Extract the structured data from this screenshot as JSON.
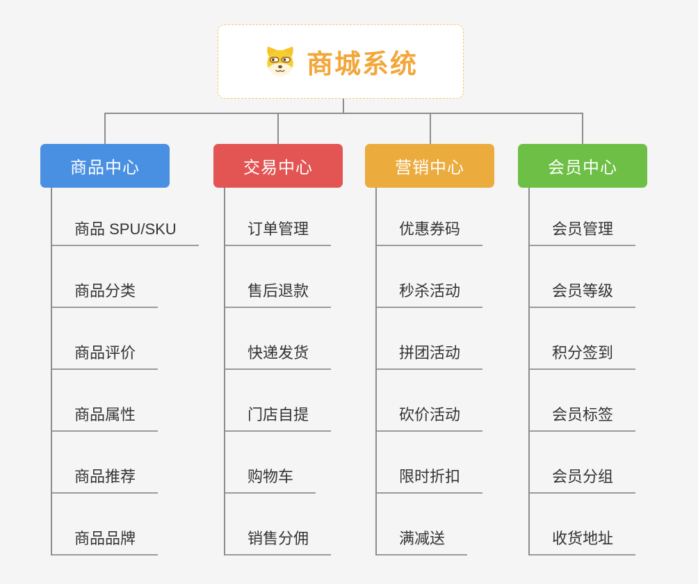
{
  "canvas": {
    "background": "#f5f5f5",
    "connector_color": "#8c8c8c",
    "underline_color": "#9a9a9a",
    "leaf_text_color": "#333333"
  },
  "root": {
    "title": "商城系统",
    "icon": "shiba-dog-icon",
    "title_color": "#f2a73b",
    "border_color": "#f3c471",
    "background": "#ffffff"
  },
  "branches": [
    {
      "label": "商品中心",
      "color": "#4a90e2",
      "children": [
        "商品 SPU/SKU",
        "商品分类",
        "商品评价",
        "商品属性",
        "商品推荐",
        "商品品牌"
      ]
    },
    {
      "label": "交易中心",
      "color": "#e25553",
      "children": [
        "订单管理",
        "售后退款",
        "快递发货",
        "门店自提",
        "购物车",
        "销售分佣"
      ]
    },
    {
      "label": "营销中心",
      "color": "#ecab3d",
      "children": [
        "优惠券码",
        "秒杀活动",
        "拼团活动",
        "砍价活动",
        "限时折扣",
        "满减送"
      ]
    },
    {
      "label": "会员中心",
      "color": "#6dbf45",
      "children": [
        "会员管理",
        "会员等级",
        "积分签到",
        "会员标签",
        "会员分组",
        "收货地址"
      ]
    }
  ]
}
